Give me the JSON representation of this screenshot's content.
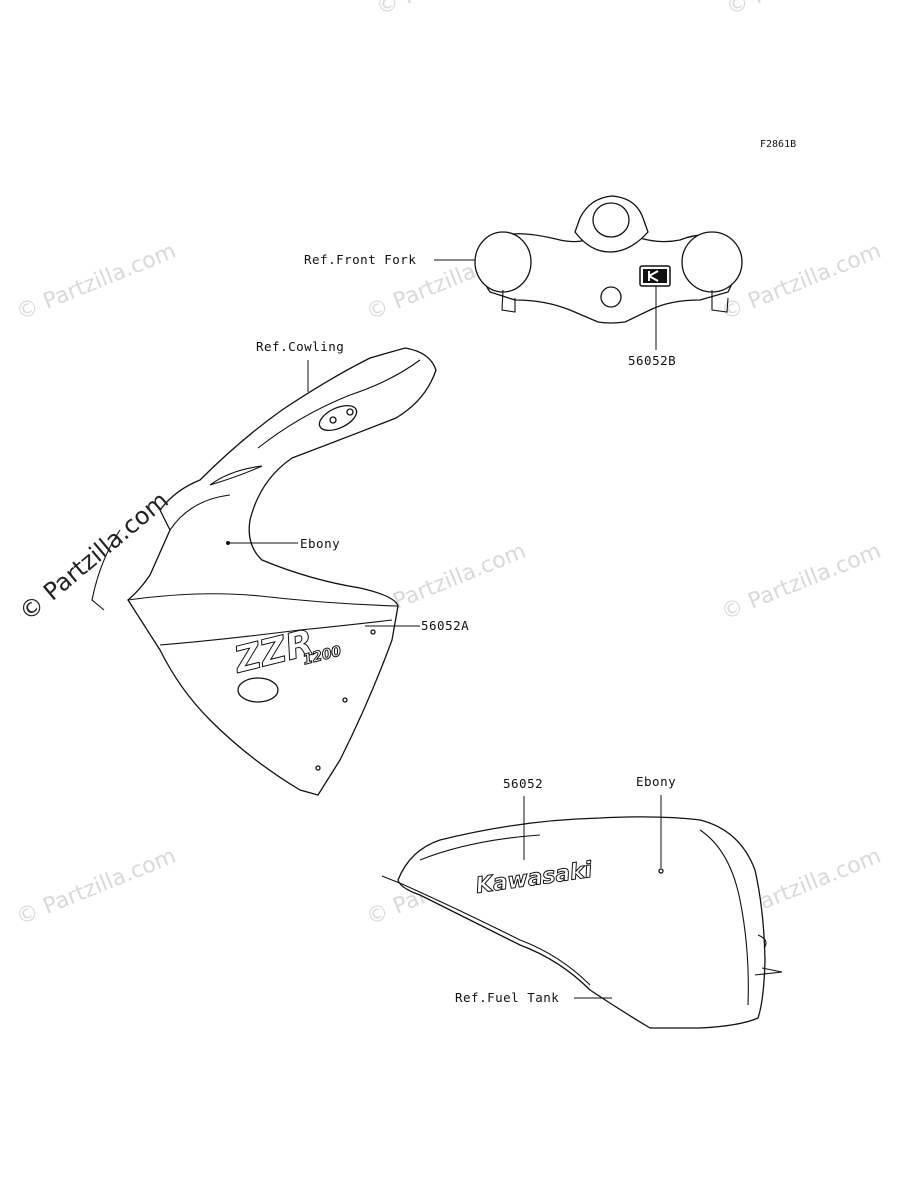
{
  "diagram": {
    "figure_code": "F2861B",
    "labels": {
      "front_fork": "Ref.Front Fork",
      "part_56052b": "56052B",
      "cowling": "Ref.Cowling",
      "ebony_cowl": "Ebony",
      "part_56052a": "56052A",
      "part_56052": "56052",
      "ebony_tank": "Ebony",
      "fuel_tank": "Ref.Fuel Tank"
    },
    "decals": {
      "zzr_logo": "ZZR",
      "zzr_sub": "1200",
      "kawasaki_logo": "Kawasaki"
    },
    "watermark": "© Partzilla.com"
  }
}
